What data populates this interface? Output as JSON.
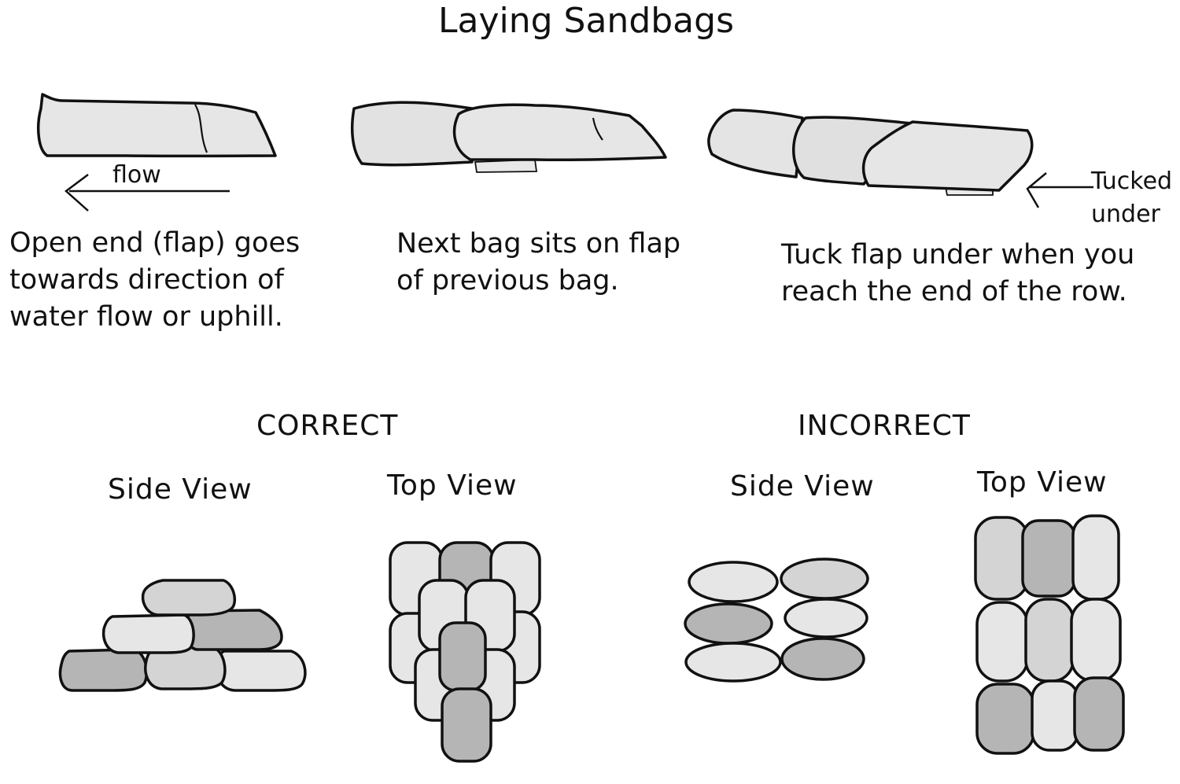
{
  "title": "Laying Sandbags",
  "steps": [
    {
      "caption": "Open end (flap) goes\ntowards direction of\nwater flow or uphill.",
      "arrow_label": "flow"
    },
    {
      "caption": "Next bag sits on flap\nof previous bag."
    },
    {
      "caption": "Tuck flap under when you\nreach the end of the row.",
      "arrow_label": "Tucked\nunder"
    }
  ],
  "correct": {
    "heading": "CORRECT",
    "side_view": "Side View",
    "top_view": "Top View"
  },
  "incorrect": {
    "heading": "INCORRECT",
    "side_view": "Side View",
    "top_view": "Top View"
  },
  "colors": {
    "light": "#e6e6e6",
    "mid": "#d4d4d4",
    "dark": "#b5b5b5",
    "outline": "#111111"
  }
}
